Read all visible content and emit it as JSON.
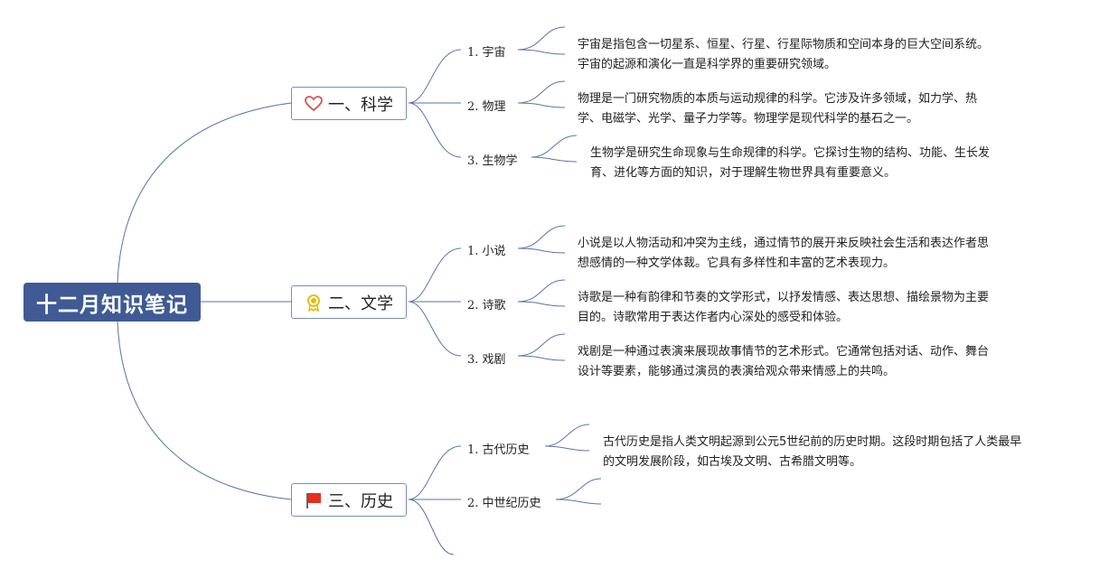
{
  "root": {
    "title": "十二月知识笔记"
  },
  "branches": [
    {
      "label": "一、科学",
      "icon": "heart-icon",
      "subs": [
        {
          "label": "1. 宇宙",
          "note": [
            "宇宙是指包含一切星系、恒星、行星、行星际物质和空间本身的巨大空间系统。",
            "宇宙的起源和演化一直是科学界的重要研究领域。"
          ]
        },
        {
          "label": "2. 物理",
          "note": [
            "物理是一门研究物质的本质与运动规律的科学。它涉及许多领域，如力学、热",
            "学、电磁学、光学、量子力学等。物理学是现代科学的基石之一。"
          ]
        },
        {
          "label": "3. 生物学",
          "note": [
            "生物学是研究生命现象与生命规律的科学。它探讨生物的结构、功能、生长发",
            "育、进化等方面的知识，对于理解生物世界具有重要意义。"
          ]
        }
      ]
    },
    {
      "label": "二、文学",
      "icon": "medal-icon",
      "subs": [
        {
          "label": "1. 小说",
          "note": [
            "小说是以人物活动和冲突为主线，通过情节的展开来反映社会生活和表达作者思",
            "想感情的一种文学体裁。它具有多样性和丰富的艺术表现力。"
          ]
        },
        {
          "label": "2. 诗歌",
          "note": [
            "诗歌是一种有韵律和节奏的文学形式，以抒发情感、表达思想、描绘景物为主要",
            "目的。诗歌常用于表达作者内心深处的感受和体验。"
          ]
        },
        {
          "label": "3. 戏剧",
          "note": [
            "戏剧是一种通过表演来展现故事情节的艺术形式。它通常包括对话、动作、舞台",
            "设计等要素，能够通过演员的表演给观众带来情感上的共鸣。"
          ]
        }
      ]
    },
    {
      "label": "三、历史",
      "icon": "flag-icon",
      "subs": [
        {
          "label": "1. 古代历史",
          "note": [
            "古代历史是指人类文明起源到公元5世纪前的历史时期。这段时期包括了人类最早",
            "的文明发展阶段，如古埃及文明、古希腊文明等。"
          ]
        },
        {
          "label": "2. 中世纪历史",
          "note": []
        }
      ]
    }
  ],
  "colors": {
    "root_bg": "#3f5a94",
    "line": "#5b72a8",
    "border": "#7a8eb8",
    "heart": "#d9534f",
    "medal": "#e6b800",
    "flag": "#e03020"
  }
}
